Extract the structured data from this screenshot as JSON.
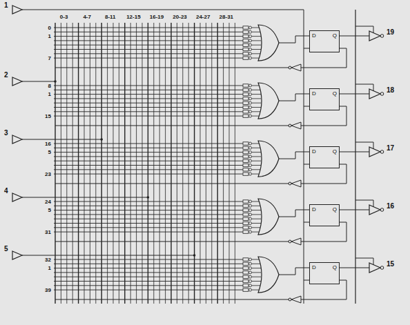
{
  "diagram": {
    "nodes": [
      {
        "text": [
          "D",
          "Q"
        ]
      },
      {
        "text": [
          "D",
          "Q"
        ]
      },
      {
        "text": [
          "D",
          "Q"
        ]
      },
      {
        "text": [
          "D",
          "Q"
        ]
      },
      {
        "text": [
          "D",
          "Q"
        ]
      }
    ],
    "labels": [
      "1",
      "0-3",
      "4-7",
      "8-11",
      "12-15",
      "16-19",
      "20-23",
      "24-27",
      "28-31",
      "0",
      "1",
      "7",
      "19",
      "2",
      "8",
      "1",
      "15",
      "18",
      "3",
      "16",
      "5",
      "23",
      "17",
      "4",
      "24",
      "5",
      "31",
      "16",
      "5",
      "32",
      "1",
      "39",
      "15"
    ]
  }
}
